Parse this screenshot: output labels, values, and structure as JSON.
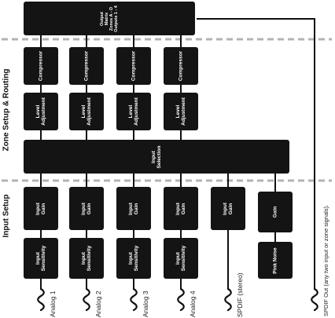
{
  "sections": {
    "zone": "Zone Setup & Routing",
    "input": "Input Setup"
  },
  "output_block": {
    "label": "Output\nMatrix\nZones A - D\nOutputs 1 - 4"
  },
  "compressor_label": "Compressor",
  "level_label": "Level\nAdjustment",
  "input_selection": "Input\nSelection",
  "input_gain_label": "Input\nGain",
  "input_sensitivity_label": "Input\nSensitivity",
  "gain_label": "Gain",
  "pink_noise_label": "Pink Noise",
  "sources": [
    "Analog 1",
    "Analog 2",
    "Analog 3",
    "Analog 4",
    "SPDIF (stereo)"
  ],
  "spdif_out_note": "SPDIF Out (any two input or zone signals)."
}
